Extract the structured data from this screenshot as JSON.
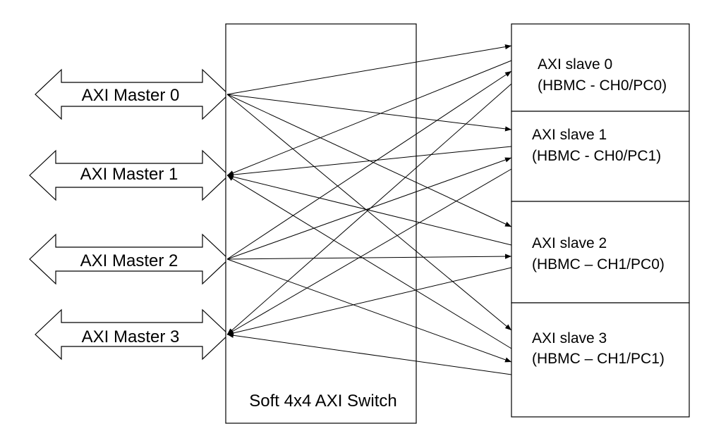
{
  "masters": [
    {
      "label": "AXI Master 0"
    },
    {
      "label": "AXI Master 1"
    },
    {
      "label": "AXI Master 2"
    },
    {
      "label": "AXI Master 3"
    }
  ],
  "switch": {
    "label": "Soft 4x4 AXI Switch"
  },
  "slaves": [
    {
      "name": "AXI slave 0",
      "detail": "(HBMC - CH0/PC0)"
    },
    {
      "name": "AXI slave 1",
      "detail": "(HBMC - CH0/PC1)"
    },
    {
      "name": "AXI slave 2",
      "detail": "(HBMC – CH1/PC0)"
    },
    {
      "name": "AXI slave 3",
      "detail": "(HBMC – CH1/PC1)"
    }
  ],
  "connections": "full-mesh: every master connects to every slave"
}
